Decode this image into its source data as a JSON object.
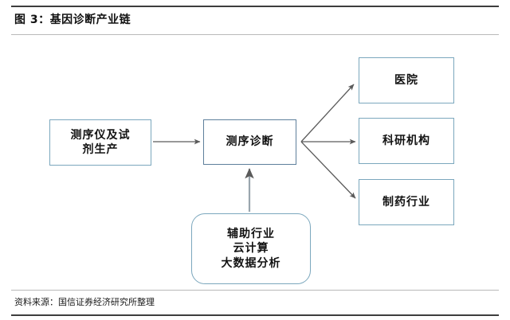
{
  "title": "图 3：基因诊断产业链",
  "footer": "资料来源：国信证券经济研究所整理",
  "colors": {
    "box_border": "#7ba7bd",
    "center_box_border": "#5e7f9b",
    "arrow": "#5a5a5a",
    "rule_dark": "#3d3d3d",
    "rule_light": "#b9b9b9",
    "text": "#121212",
    "background": "#ffffff"
  },
  "diagram": {
    "type": "flowchart",
    "nodes": [
      {
        "id": "producer",
        "label": "测序仪及试\n剂生产",
        "shape": "rectangle",
        "column": "upstream"
      },
      {
        "id": "diagnosis",
        "label": "测序诊断",
        "shape": "rectangle",
        "column": "midstream"
      },
      {
        "id": "hospital",
        "label": "医院",
        "shape": "rectangle",
        "column": "downstream"
      },
      {
        "id": "research",
        "label": "科研机构",
        "shape": "rectangle",
        "column": "downstream"
      },
      {
        "id": "pharma",
        "label": "制药行业",
        "shape": "rectangle",
        "column": "downstream"
      },
      {
        "id": "support",
        "label": "辅助行业\n云计算\n大数据分析",
        "shape": "rounded-rectangle",
        "column": "support"
      }
    ],
    "edges": [
      {
        "from": "producer",
        "to": "diagnosis",
        "direction": "right"
      },
      {
        "from": "diagnosis",
        "to": "hospital",
        "direction": "up-right"
      },
      {
        "from": "diagnosis",
        "to": "research",
        "direction": "right"
      },
      {
        "from": "diagnosis",
        "to": "pharma",
        "direction": "down-right"
      },
      {
        "from": "support",
        "to": "diagnosis",
        "direction": "up"
      }
    ]
  }
}
